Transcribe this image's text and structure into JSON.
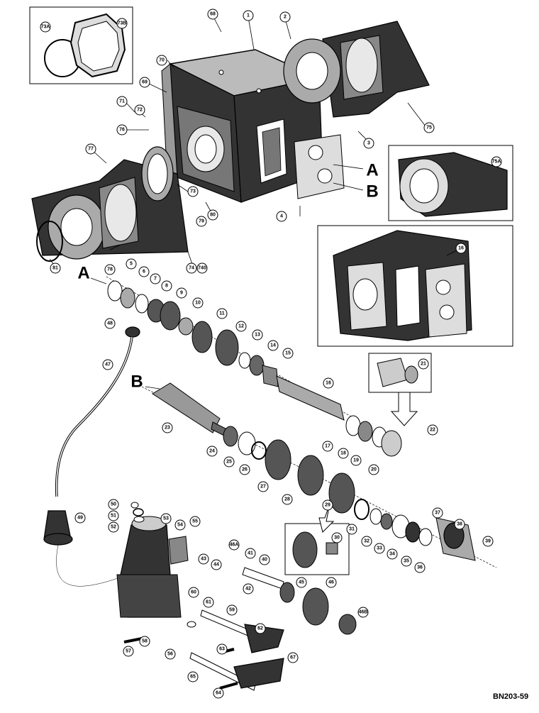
{
  "drawing_code": "BN203-59",
  "section_letters": [
    "A",
    "B",
    "A",
    "B"
  ],
  "part_numbers": {
    "n73a": "73A",
    "n73b": "73B",
    "n68": "68",
    "n1": "1",
    "n2": "2",
    "n70": "70",
    "n69": "69",
    "n71": "71",
    "n72": "72",
    "n76": "76",
    "n75": "75",
    "n3": "3",
    "n77": "77",
    "n73": "73",
    "n80": "80",
    "n79": "79",
    "n4": "4",
    "n74": "74",
    "n740": "740",
    "n81": "81",
    "n78": "78",
    "n75a": "75A",
    "n16": "16",
    "n5": "5",
    "n6": "6",
    "n7": "7",
    "n8": "8",
    "n9": "9",
    "n10": "10",
    "n11": "11",
    "n12": "12",
    "n13": "13",
    "n14": "14",
    "n15": "15",
    "n48": "48",
    "n47": "47",
    "n16b": "16",
    "n21": "21",
    "n23": "23",
    "n22": "22",
    "n17": "17",
    "n18": "18",
    "n19": "19",
    "n20": "20",
    "n24": "24",
    "n25": "25",
    "n26": "26",
    "n27": "27",
    "n28": "28",
    "n29": "29",
    "n49": "49",
    "n50": "50",
    "n51": "51",
    "n52": "52",
    "n53": "53",
    "n54": "54",
    "n55": "55",
    "n31": "31",
    "n32": "32",
    "n33": "33",
    "n34": "34",
    "n35": "35",
    "n36": "36",
    "n37": "37",
    "n38": "38",
    "n39": "39",
    "n30": "30",
    "n43": "43",
    "n44": "44",
    "n46a": "46A",
    "n41": "41",
    "n40": "40",
    "n42": "42",
    "n45": "45",
    "n46": "46",
    "n46b": "46B",
    "n60": "60",
    "n61": "61",
    "n59": "59",
    "n62": "62",
    "n57": "57",
    "n58": "58",
    "n56": "56",
    "n63": "63",
    "n65": "65",
    "n67": "67",
    "n64": "64"
  }
}
